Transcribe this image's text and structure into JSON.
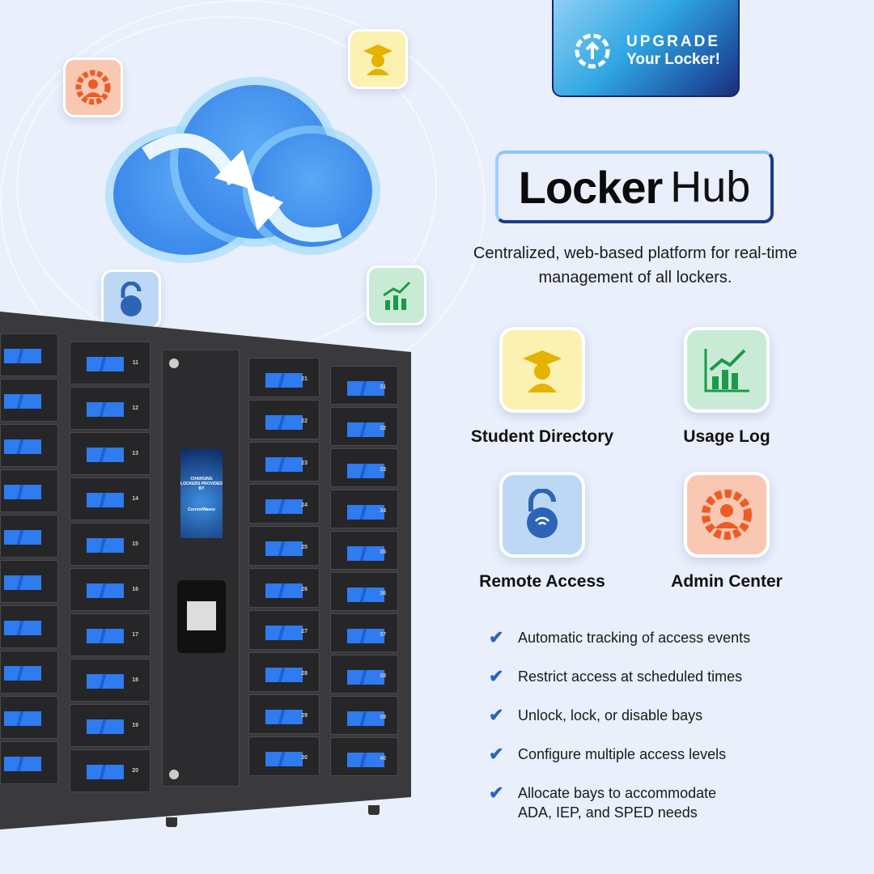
{
  "upgrade": {
    "line1": "UPGRADE",
    "line2": "Your Locker!",
    "icon": "gear-upload-icon"
  },
  "brand": {
    "word1": "Locker",
    "word2": "Hub"
  },
  "tagline": "Centralized, web-based platform for real-time management of all lockers.",
  "features": [
    {
      "label": "Student Directory",
      "icon": "graduate-icon",
      "color": "#fbf1b0"
    },
    {
      "label": "Usage Log",
      "icon": "growth-chart-icon",
      "color": "#c9ebd6"
    },
    {
      "label": "Remote Access",
      "icon": "wifi-lock-icon",
      "color": "#bcd8f5"
    },
    {
      "label": "Admin Center",
      "icon": "admin-gear-icon",
      "color": "#f9c8b2"
    }
  ],
  "checklist": [
    "Automatic tracking of access events",
    "Restrict access at scheduled times",
    "Unlock, lock, or disable bays",
    "Configure multiple access levels",
    "Allocate bays to accommodate\nADA, IEP, and SPED needs"
  ],
  "locker": {
    "screen_text": "CHARGING LOCKERS PROVIDED BY",
    "screen_logo": "CurrentWaves",
    "bays": [
      "11",
      "12",
      "13",
      "14",
      "15",
      "16",
      "17",
      "18",
      "19",
      "20",
      "21",
      "22",
      "23",
      "24",
      "25",
      "26",
      "27",
      "28",
      "29",
      "30",
      "31",
      "32",
      "33",
      "34",
      "35",
      "36",
      "37",
      "38",
      "39",
      "40"
    ]
  },
  "colors": {
    "accent": "#2d64b8",
    "brand_dark": "#1e3a8a",
    "cabinet": "#3a3a3c",
    "bay_screen": "#2f7bf0"
  }
}
